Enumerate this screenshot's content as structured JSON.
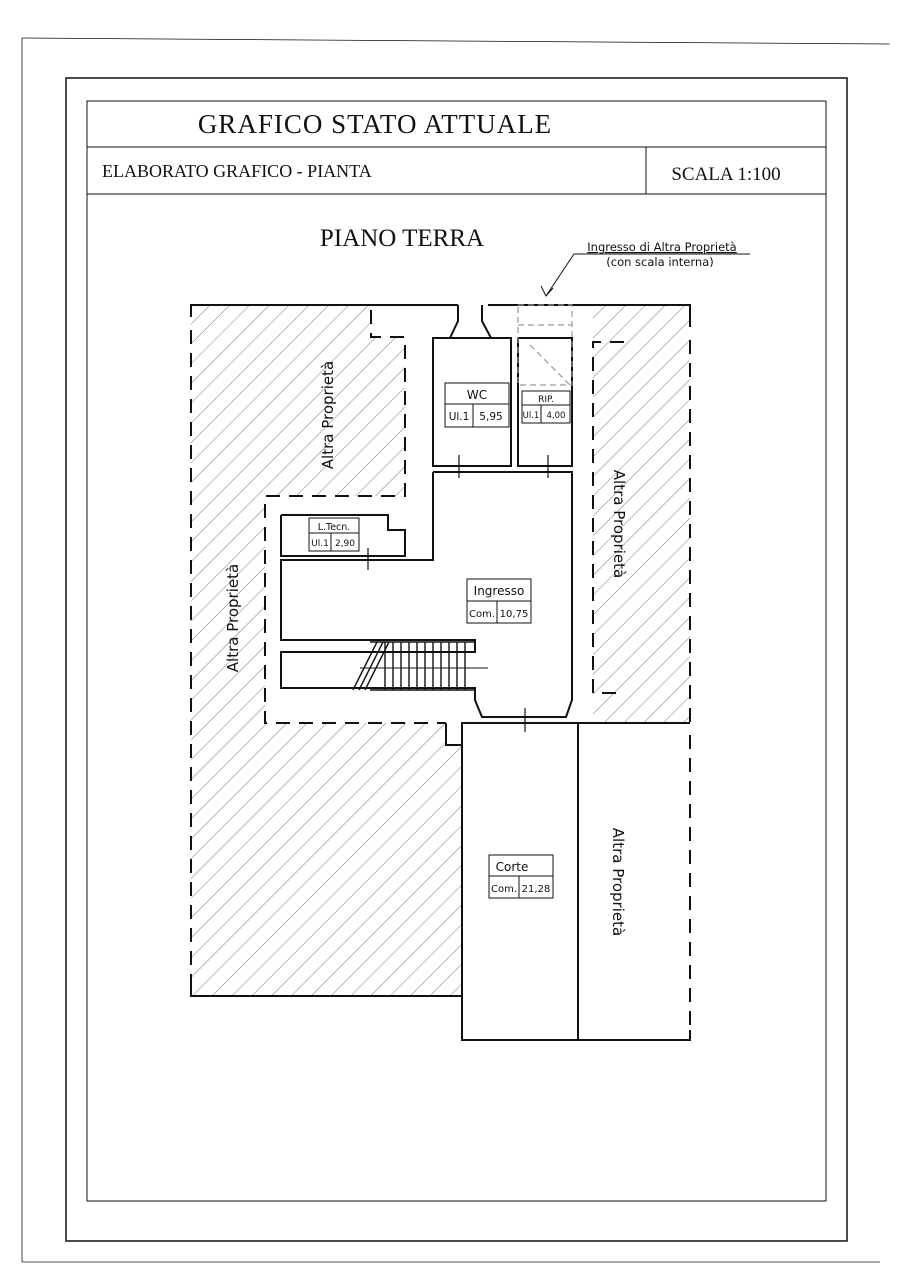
{
  "sheet": {
    "title": "GRAFICO STATO ATTUALE",
    "subtitle": "ELABORATO GRAFICO - PIANTA",
    "scale": "SCALA 1:100"
  },
  "plan": {
    "floor_title": "PIANO TERRA",
    "entrance_note_line1": "Ingresso di Altra Proprietà",
    "entrance_note_line2": "(con scala interna)",
    "other_property_label": "Altra Proprietà",
    "rooms": [
      {
        "name": "WC",
        "owner": "Ul.1",
        "area": "5,95"
      },
      {
        "name": "RIP.",
        "owner": "Ul.1",
        "area": "4,00"
      },
      {
        "name": "L.Tecn.",
        "owner": "Ul.1",
        "area": "2,90"
      },
      {
        "name": "Ingresso",
        "owner": "Com.",
        "area": "10,75"
      },
      {
        "name": "Corte",
        "owner": "Com.",
        "area": "21,28"
      }
    ]
  }
}
